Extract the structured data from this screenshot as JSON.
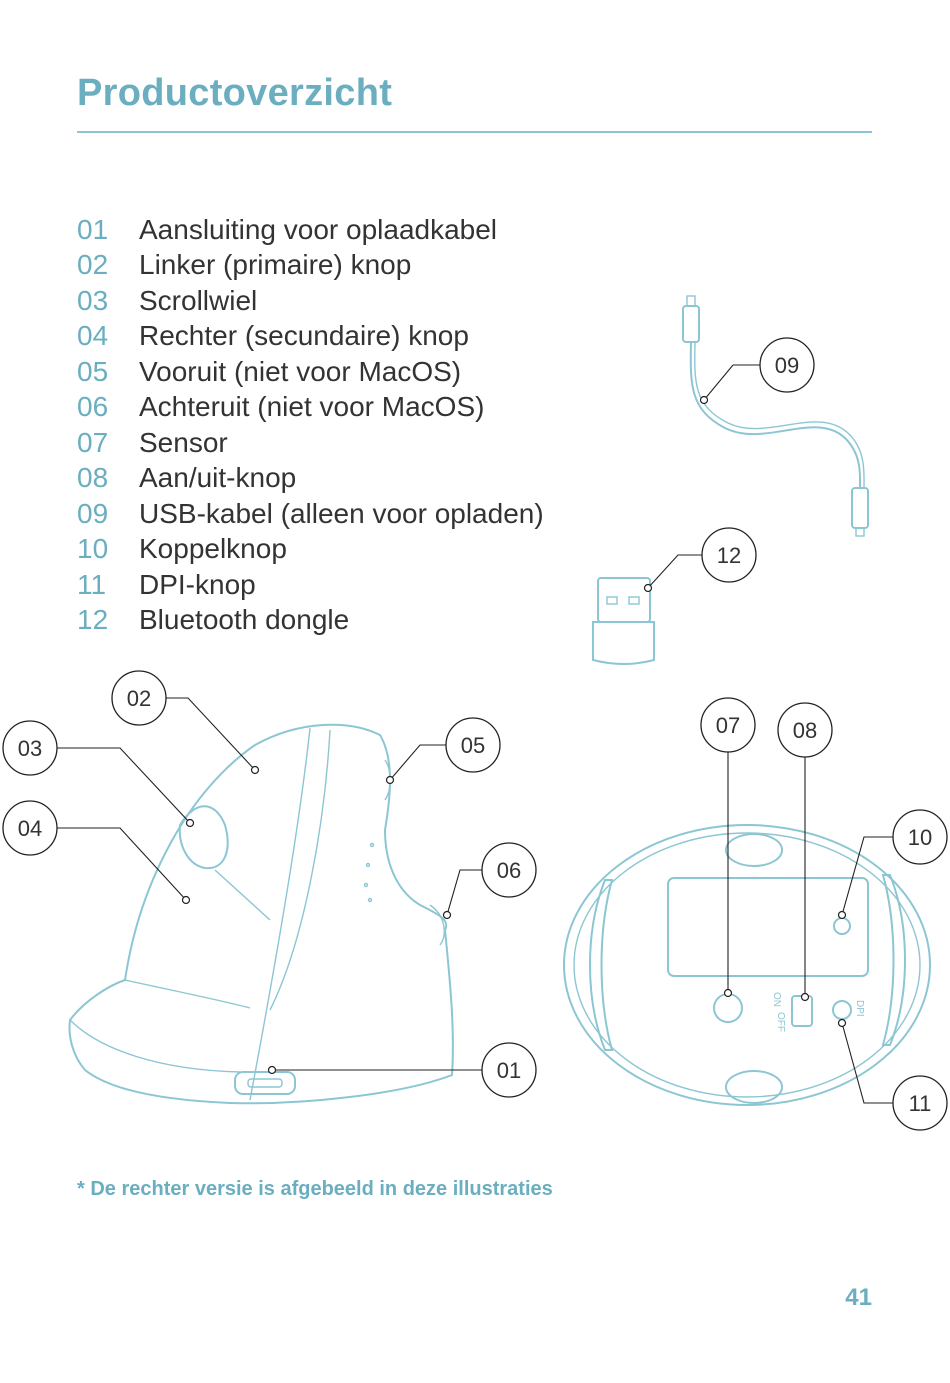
{
  "page": {
    "title": "Productoverzicht",
    "footnote": "* De rechter versie is afgebeeld in deze illustraties",
    "page_number": "41"
  },
  "legend": [
    {
      "num": "01",
      "label": "Aansluiting voor oplaadkabel"
    },
    {
      "num": "02",
      "label": "Linker (primaire) knop"
    },
    {
      "num": "03",
      "label": "Scrollwiel"
    },
    {
      "num": "04",
      "label": "Rechter (secundaire) knop"
    },
    {
      "num": "05",
      "label": "Vooruit (niet voor MacOS)"
    },
    {
      "num": "06",
      "label": "Achteruit (niet voor MacOS)"
    },
    {
      "num": "07",
      "label": "Sensor"
    },
    {
      "num": "08",
      "label": "Aan/uit-knop"
    },
    {
      "num": "09",
      "label": "USB-kabel (alleen voor opladen)"
    },
    {
      "num": "10",
      "label": "Koppelknop"
    },
    {
      "num": "11",
      "label": "DPI-knop"
    },
    {
      "num": "12",
      "label": "Bluetooth dongle"
    }
  ],
  "callouts": {
    "c01": "01",
    "c02": "02",
    "c03": "03",
    "c04": "04",
    "c05": "05",
    "c06": "06",
    "c07": "07",
    "c08": "08",
    "c09": "09",
    "c10": "10",
    "c11": "11",
    "c12": "12"
  },
  "device_labels": {
    "on": "ON",
    "off": "OFF",
    "dpi": "DPI"
  },
  "colors": {
    "accent": "#6aaec0",
    "line_art": "#8cc6d3",
    "text": "#333333"
  }
}
